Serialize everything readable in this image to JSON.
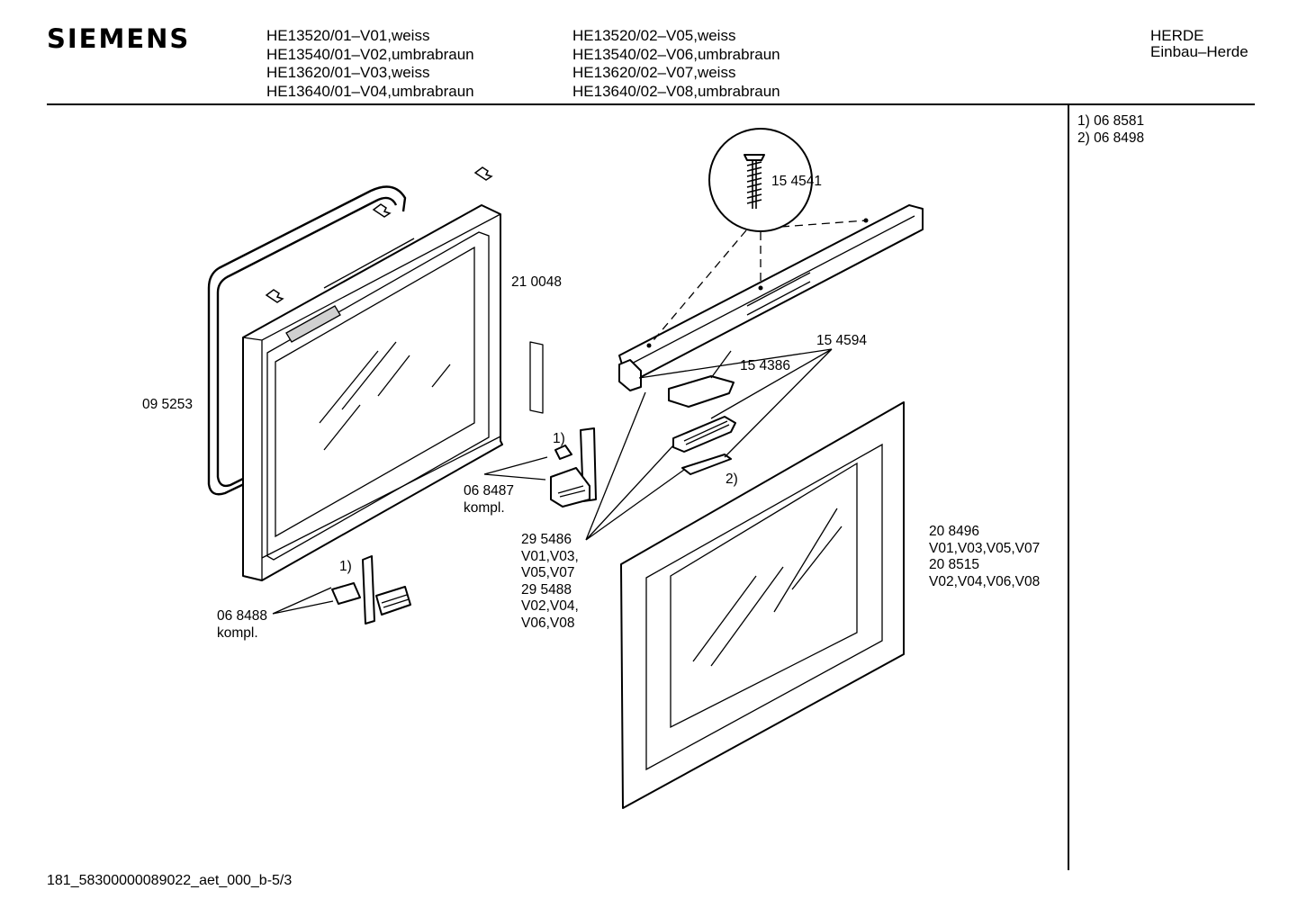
{
  "header": {
    "brand": "SIEMENS",
    "models_col1": [
      "HE13520/01–V01,weiss",
      "HE13540/01–V02,umbrabraun",
      "HE13620/01–V03,weiss",
      "HE13640/01–V04,umbrabraun"
    ],
    "models_col2": [
      "HE13520/02–V05,weiss",
      "HE13540/02–V06,umbrabraun",
      "HE13620/02–V07,weiss",
      "HE13640/02–V08,umbrabraun"
    ],
    "category": "HERDE",
    "subcategory": "Einbau–Herde"
  },
  "notes": [
    "1)  06 8581",
    "2)  06 8498"
  ],
  "parts": {
    "screw": "15 4541",
    "gasket": "21 0048",
    "seal": "09 5253",
    "hinge_upper": [
      "06 8487",
      "kompl."
    ],
    "hinge_lower": [
      "06 8488",
      "kompl."
    ],
    "hinge_note_upper": "1)",
    "hinge_note_lower": "1)",
    "clip_note": "2)",
    "cover": "15 4386",
    "lever": "15 4594",
    "handle": [
      "29 5486",
      "V01,V03,",
      "V05,V07",
      "29 5488",
      "V02,V04,",
      "V06,V08"
    ],
    "door_glass": [
      "20 8496",
      "V01,V03,V05,V07",
      "20 8515",
      "V02,V04,V06,V08"
    ]
  },
  "footer": {
    "code": "181_58300000089022_aet_000_b-5/3"
  }
}
